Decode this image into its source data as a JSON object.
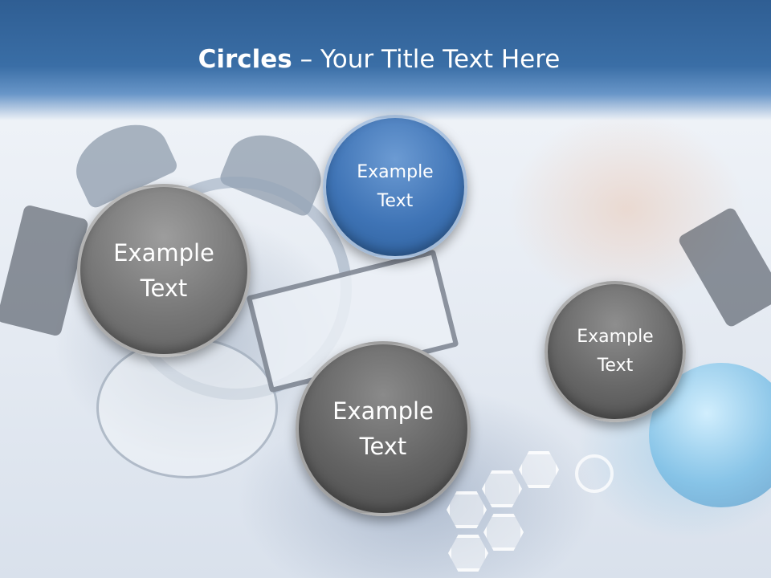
{
  "title": {
    "bold": "Circles",
    "rest": " – Your Title Text Here"
  },
  "circles": [
    {
      "text": "Example\nText",
      "color": "#3f74b6"
    },
    {
      "text": "Example\nText",
      "color": "#777777"
    },
    {
      "text": "Example\nText",
      "color": "#636363"
    },
    {
      "text": "Example\nText",
      "color": "#676767"
    }
  ]
}
